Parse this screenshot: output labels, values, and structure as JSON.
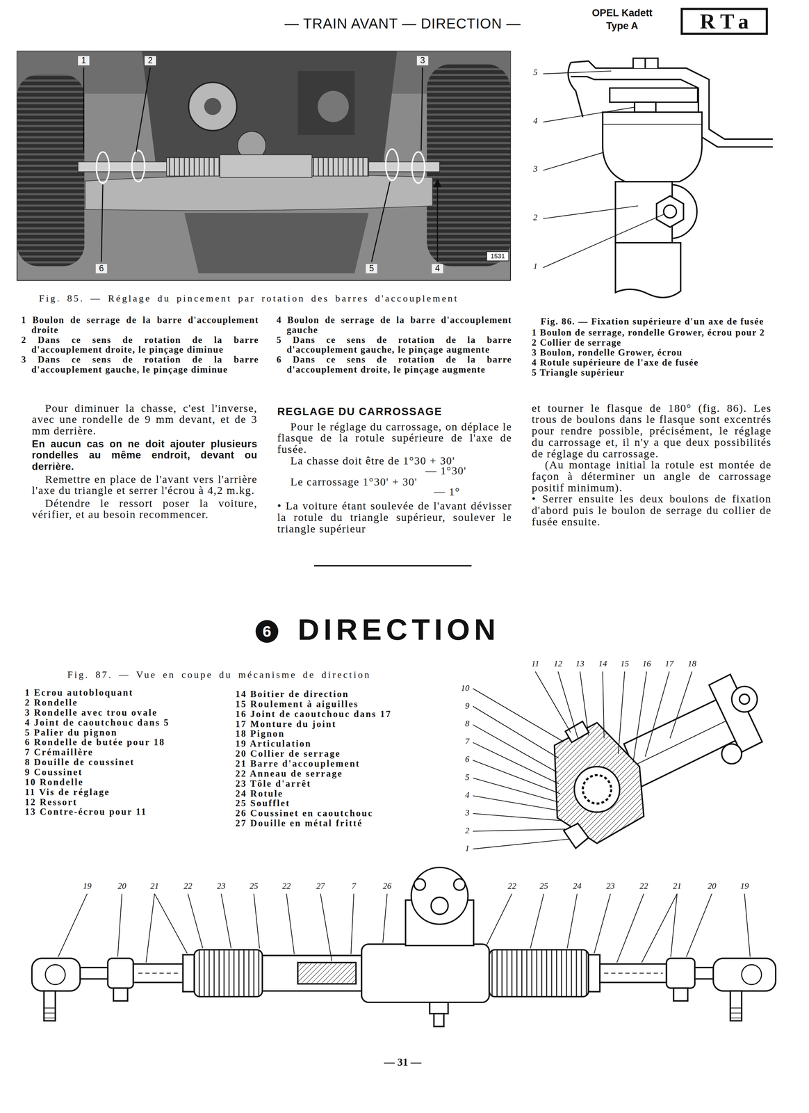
{
  "diagram": {
    "nodes": [
      {
        "text": [
          "RTa"
        ]
      },
      {
        "text": [
          "6"
        ]
      }
    ],
    "labels": [
      "— TRAIN AVANT — DIRECTION —",
      "OPEL Kadett",
      "Type A",
      "1",
      "2",
      "3",
      "6",
      "5",
      "4",
      "1531",
      "Fig. 85. — Réglage du pincement par rotation des barres d'accouplement",
      "1 Boulon de serrage de la barre d'accouplement droite",
      "2 Dans ce sens de rotation de la barre d'accouplement droite, le pinçage diminue",
      "3 Dans ce sens de rotation de la barre d'accouplement gauche, le pinçage diminue",
      "4 Boulon de serrage de la barre d'accouplement gauche",
      "5 Dans ce sens de rotation de la barre d'accouplement gauche, le pinçage augmente",
      "6 Dans ce sens de rotation de la barre d'accouplement droite, le pinçage augmente",
      "5",
      "4",
      "3",
      "2",
      "1",
      "Fig. 86. — Fixation supérieure d'un axe de fusée",
      "1 Boulon de serrage, rondelle Grower, écrou pour 2",
      "2 Collier de serrage",
      "3 Boulon, rondelle Grower, écrou",
      "4 Rotule supérieure de l'axe de fusée",
      "5 Triangle supérieur",
      "Pour diminuer la chasse, c'est l'inverse, avec une rondelle de 9 mm devant, et de 3 mm derrière.",
      "En aucun cas on ne doit ajouter plusieurs rondelles au même endroit, devant ou derrière.",
      "Remettre en place de l'avant vers l'arrière l'axe du triangle et serrer l'écrou à 4,2 m.kg.",
      "Détendre le ressort poser la voiture, vérifier, et au besoin recommencer.",
      "REGLAGE DU CARROSSAGE",
      "Pour le réglage du carrossage, on déplace le flasque de la rotule supérieure de l'axe de fusée.",
      "La chasse doit être de 1°30 + 30'",
      "— 1°30'",
      "Le carrossage 1°30' + 30'",
      "— 1°",
      "• La voiture étant soulevée de l'avant dévisser la rotule du triangle supérieur, soulever le triangle supérieur",
      "et tourner le flasque de 180° (fig. 86). Les trous de boulons dans le flasque sont excentrés pour rendre possible, précisément, le réglage du carrossage et, il n'y a que deux possibilités de réglage du carrossage.",
      "(Au montage initial la rotule est montée de façon à déterminer un angle de carrossage positif minimum).",
      "• Serrer ensuite les deux boulons de fixation d'abord puis le boulon de serrage du collier de fusée ensuite.",
      "DIRECTION",
      "Fig. 87. — Vue en coupe du mécanisme de direction",
      "1 Ecrou autobloquant",
      "2 Rondelle",
      "3 Rondelle avec trou ovale",
      "4 Joint de caoutchouc dans 5",
      "5 Palier du pignon",
      "6 Rondelle de butée pour 18",
      "7 Crémaillère",
      "8 Douille de coussinet",
      "9 Coussinet",
      "10 Rondelle",
      "11 Vis de réglage",
      "12 Ressort",
      "13 Contre-écrou pour 11",
      "14 Boitier de direction",
      "15 Roulement à aiguilles",
      "16 Joint de caoutchouc dans 17",
      "17 Monture du joint",
      "18 Pignon",
      "19 Articulation",
      "20 Collier de serrage",
      "21 Barre d'accouplement",
      "22 Anneau de serrage",
      "23 Tôle d'arrêt",
      "24 Rotule",
      "25 Soufflet",
      "26 Coussinet en caoutchouc",
      "27 Douille en métal fritté",
      "11",
      "12",
      "13",
      "14",
      "15",
      "16",
      "17",
      "18",
      "10",
      "9",
      "8",
      "7",
      "6",
      "5",
      "4",
      "3",
      "2",
      "1",
      "19",
      "20",
      "21",
      "22",
      "23",
      "25",
      "22",
      "27",
      "7",
      "26",
      "22",
      "25",
      "24",
      "23",
      "22",
      "21",
      "20",
      "19",
      "— 31 —"
    ]
  }
}
